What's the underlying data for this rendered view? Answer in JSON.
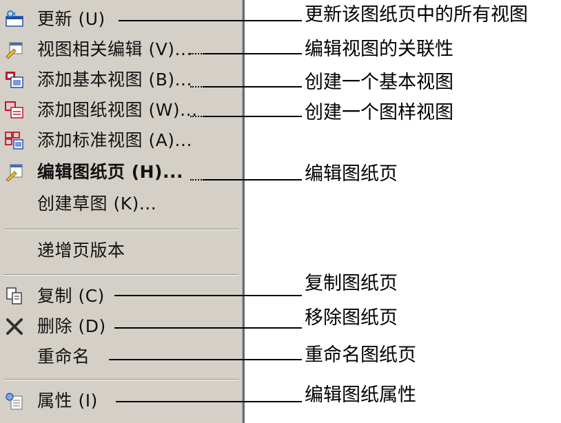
{
  "menu": {
    "items": [
      {
        "label": "更新 (U)",
        "icon": "refresh-views-icon",
        "bold": false
      },
      {
        "label": "视图相关编辑 (V)...",
        "icon": "edit-view-relations-icon",
        "bold": false
      },
      {
        "label": "添加基本视图 (B)...",
        "icon": "add-base-view-icon",
        "bold": false
      },
      {
        "label": "添加图纸视图 (W)...",
        "icon": "add-drawing-view-icon",
        "bold": false
      },
      {
        "label": "添加标准视图 (A)...",
        "icon": "add-standard-views-icon",
        "bold": false
      },
      {
        "label": "编辑图纸页 (H)...",
        "icon": "edit-sheet-icon",
        "bold": true
      },
      {
        "label": "创建草图 (K)...",
        "icon": "",
        "bold": false
      },
      {
        "label": "递增页版本",
        "icon": "",
        "bold": false
      },
      {
        "label": "复制 (C)",
        "icon": "copy-icon",
        "bold": false
      },
      {
        "label": "删除 (D)",
        "icon": "delete-icon",
        "bold": false
      },
      {
        "label": "重命名",
        "icon": "",
        "bold": false
      },
      {
        "label": "属性 (I)",
        "icon": "properties-icon",
        "bold": false
      }
    ]
  },
  "callouts": [
    {
      "text": "更新该图纸页中的所有视图"
    },
    {
      "text": "编辑视图的关联性"
    },
    {
      "text": "创建一个基本视图"
    },
    {
      "text": "创建一个图样视图"
    },
    {
      "text": "编辑图纸页"
    },
    {
      "text": "复制图纸页"
    },
    {
      "text": "移除图纸页"
    },
    {
      "text": "重命名图纸页"
    },
    {
      "text": "编辑图纸属性"
    }
  ],
  "colors": {
    "menu_background": "#d4d0c8",
    "icon_red": "#c8102e",
    "icon_blue": "#1f4fa8",
    "icon_yellow": "#e8c040"
  }
}
